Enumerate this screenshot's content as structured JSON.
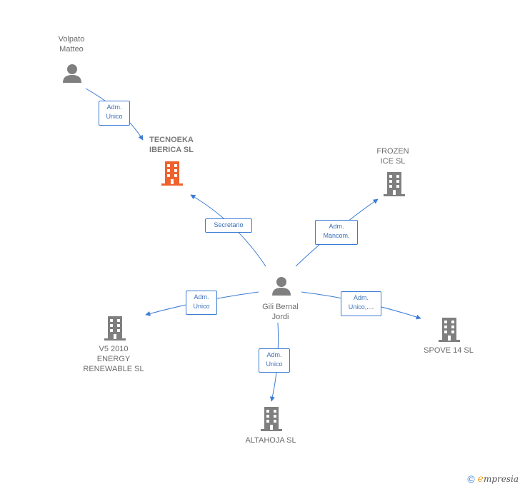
{
  "nodes": {
    "volpato": {
      "label": "Volpato\nMatteo",
      "type": "person"
    },
    "tecnoeka": {
      "label": "TECNOEKA\nIBERICA  SL",
      "type": "company-main"
    },
    "frozen": {
      "label": "FROZEN\nICE  SL",
      "type": "company"
    },
    "gili": {
      "label": "Gili Bernal\nJordi",
      "type": "person"
    },
    "v5": {
      "label": "V5 2010\nENERGY\nRENEWABLE SL",
      "type": "company"
    },
    "spove": {
      "label": "SPOVE 14  SL",
      "type": "company"
    },
    "altahoja": {
      "label": "ALTAHOJA SL",
      "type": "company"
    }
  },
  "edges": {
    "volpato_tecnoeka": {
      "label": "Adm.\nUnico"
    },
    "gili_tecnoeka": {
      "label": "Secretario"
    },
    "gili_frozen": {
      "label": "Adm.\nMancom."
    },
    "gili_v5": {
      "label": "Adm.\nUnico"
    },
    "gili_spove": {
      "label": "Adm.\nUnico,...."
    },
    "gili_altahoja": {
      "label": "Adm.\nUnico"
    }
  },
  "colors": {
    "edge": "#3a7bd5",
    "icon": "#7f7f7f",
    "main_icon": "#f0622d"
  },
  "footer": {
    "copyright": "©",
    "brand_initial": "e",
    "brand_rest": "mpresia"
  }
}
